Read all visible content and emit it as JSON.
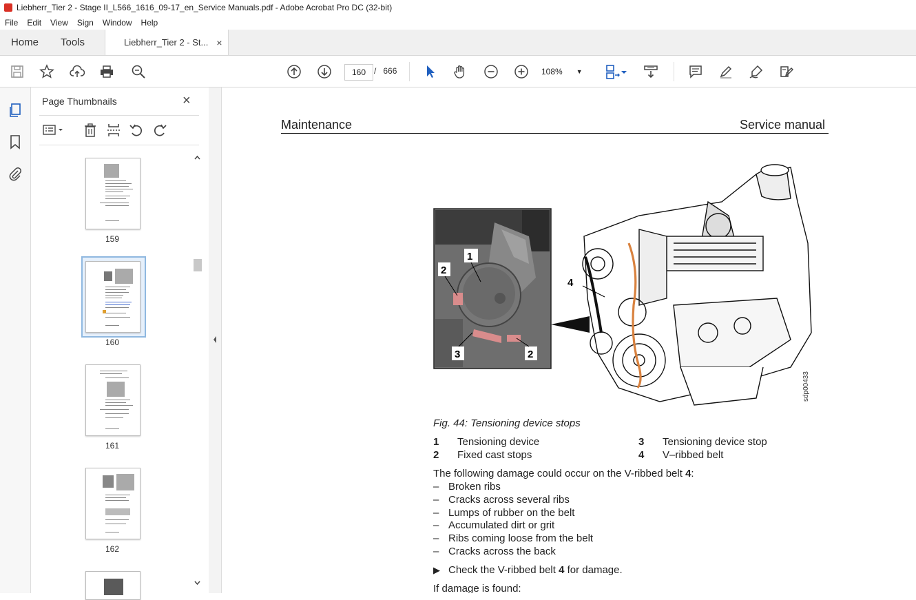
{
  "window": {
    "title": "Liebherr_Tier 2 - Stage II_L566_1616_09-17_en_Service Manuals.pdf - Adobe Acrobat Pro DC (32-bit)"
  },
  "menu": [
    "File",
    "Edit",
    "View",
    "Sign",
    "Window",
    "Help"
  ],
  "tabs": {
    "home": "Home",
    "tools": "Tools",
    "doc": "Liebherr_Tier 2 - St...",
    "close": "×"
  },
  "toolbar": {
    "page_current": "160",
    "page_sep": "/",
    "page_total": "666",
    "zoom": "108%"
  },
  "panel": {
    "title": "Page Thumbnails",
    "close": "×",
    "thumbnails": [
      {
        "label": "159"
      },
      {
        "label": "160"
      },
      {
        "label": "161"
      },
      {
        "label": "162"
      }
    ]
  },
  "page": {
    "header_left": "Maintenance",
    "header_right": "Service manual",
    "figure": {
      "callouts": [
        "1",
        "2",
        "3",
        "2",
        "4"
      ],
      "code": "sdp00433"
    },
    "caption": "Fig. 44: Tensioning device stops",
    "legend": [
      {
        "num": "1",
        "text": "Tensioning device"
      },
      {
        "num": "2",
        "text": "Fixed cast stops"
      },
      {
        "num": "3",
        "text": "Tensioning device stop"
      },
      {
        "num": "4",
        "text": "V–ribbed belt"
      }
    ],
    "intro": "The following damage could occur on the V-ribbed belt ",
    "intro_bold": "4",
    "intro_end": ":",
    "damage": [
      "Broken ribs",
      "Cracks across several ribs",
      "Lumps of rubber on the belt",
      "Accumulated dirt or grit",
      "Ribs coming loose from the belt",
      "Cracks across the back"
    ],
    "dash_char": "–",
    "step_arrow": "▶",
    "step": "Check the V-ribbed belt ",
    "step_bold": "4",
    "step_end": " for damage.",
    "if_found": "If damage is found:"
  }
}
